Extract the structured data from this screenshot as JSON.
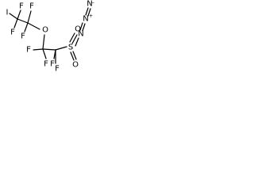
{
  "structure": {
    "atoms": {
      "iodine": "I",
      "f_top_left": "F",
      "f_top_right": "F",
      "f_mid_left": "F",
      "f_mid_right": "F",
      "oxygen": "O",
      "f_low_left_1": "F",
      "f_low_left_2": "F",
      "f_low_right_1": "F",
      "f_low_right_2": "F",
      "sulfur": "S",
      "o_sulfonyl_1": "O",
      "o_sulfonyl_2": "O",
      "n_1": "N",
      "n_2": "N",
      "n_3": "N"
    },
    "charges": {
      "n_middle_plus": "+",
      "n_terminal_minus": "−"
    }
  }
}
